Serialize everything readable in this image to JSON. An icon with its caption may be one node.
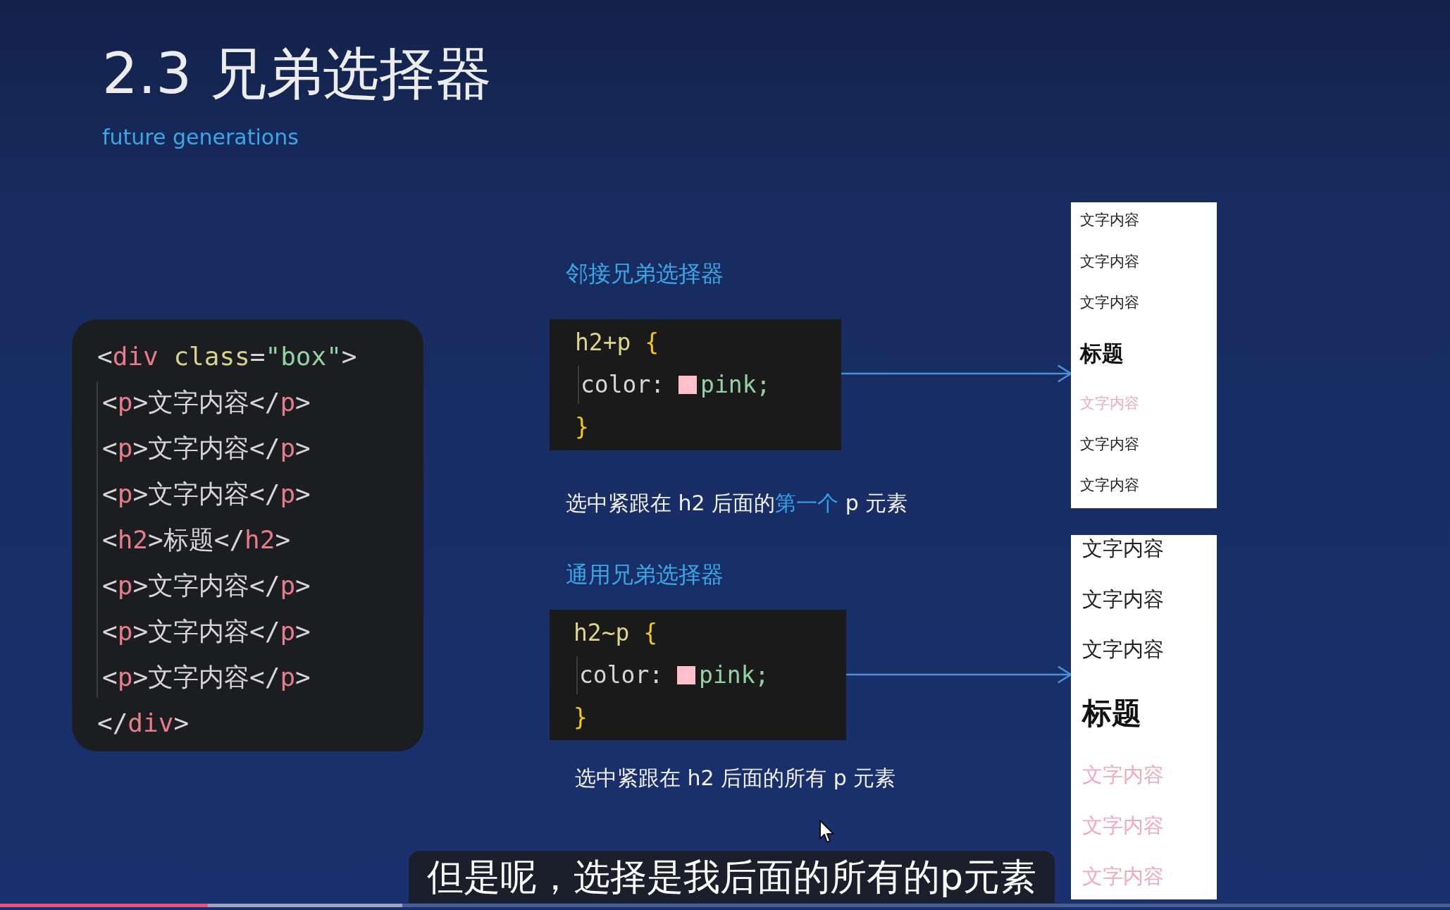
{
  "diagram": {
    "title": "2.3 兄弟选择器",
    "nodes": [
      {
        "text": [
          "<div class=\"box\">",
          "<p>文字内容</p>",
          "<p>文字内容</p>",
          "<p>文字内容</p>",
          "<h2>标题</h2>",
          "<p>文字内容</p>",
          "<p>文字内容</p>",
          "<p>文字内容</p>",
          "</div>"
        ]
      },
      {
        "text": [
          "h2+p {",
          "color: pink;",
          "}"
        ],
        "beside": [
          "邻接兄弟选择器",
          "选中紧跟在 h2 后面的**第一个** p 元素"
        ]
      },
      {
        "text": [
          "文字内容",
          "文字内容",
          "文字内容",
          "标题",
          "文字内容",
          "文字内容",
          "文字内容"
        ]
      },
      {
        "text": [
          "h2~p {",
          "color: pink;",
          "}"
        ],
        "beside": [
          "通用兄弟选择器",
          "选中紧跟在 h2 后面的所有 p 元素"
        ]
      },
      {
        "text": [
          "文字内容",
          "文字内容",
          "文字内容",
          "标题",
          "文字内容",
          "文字内容",
          "文字内容"
        ]
      }
    ],
    "edges": [
      {
        "from": 1,
        "to": 2,
        "arrow": "to"
      },
      {
        "from": 3,
        "to": 4,
        "arrow": "to"
      }
    ],
    "labels": [
      "future generations",
      "但是呢，选择是我后面的所有的p元素"
    ]
  }
}
